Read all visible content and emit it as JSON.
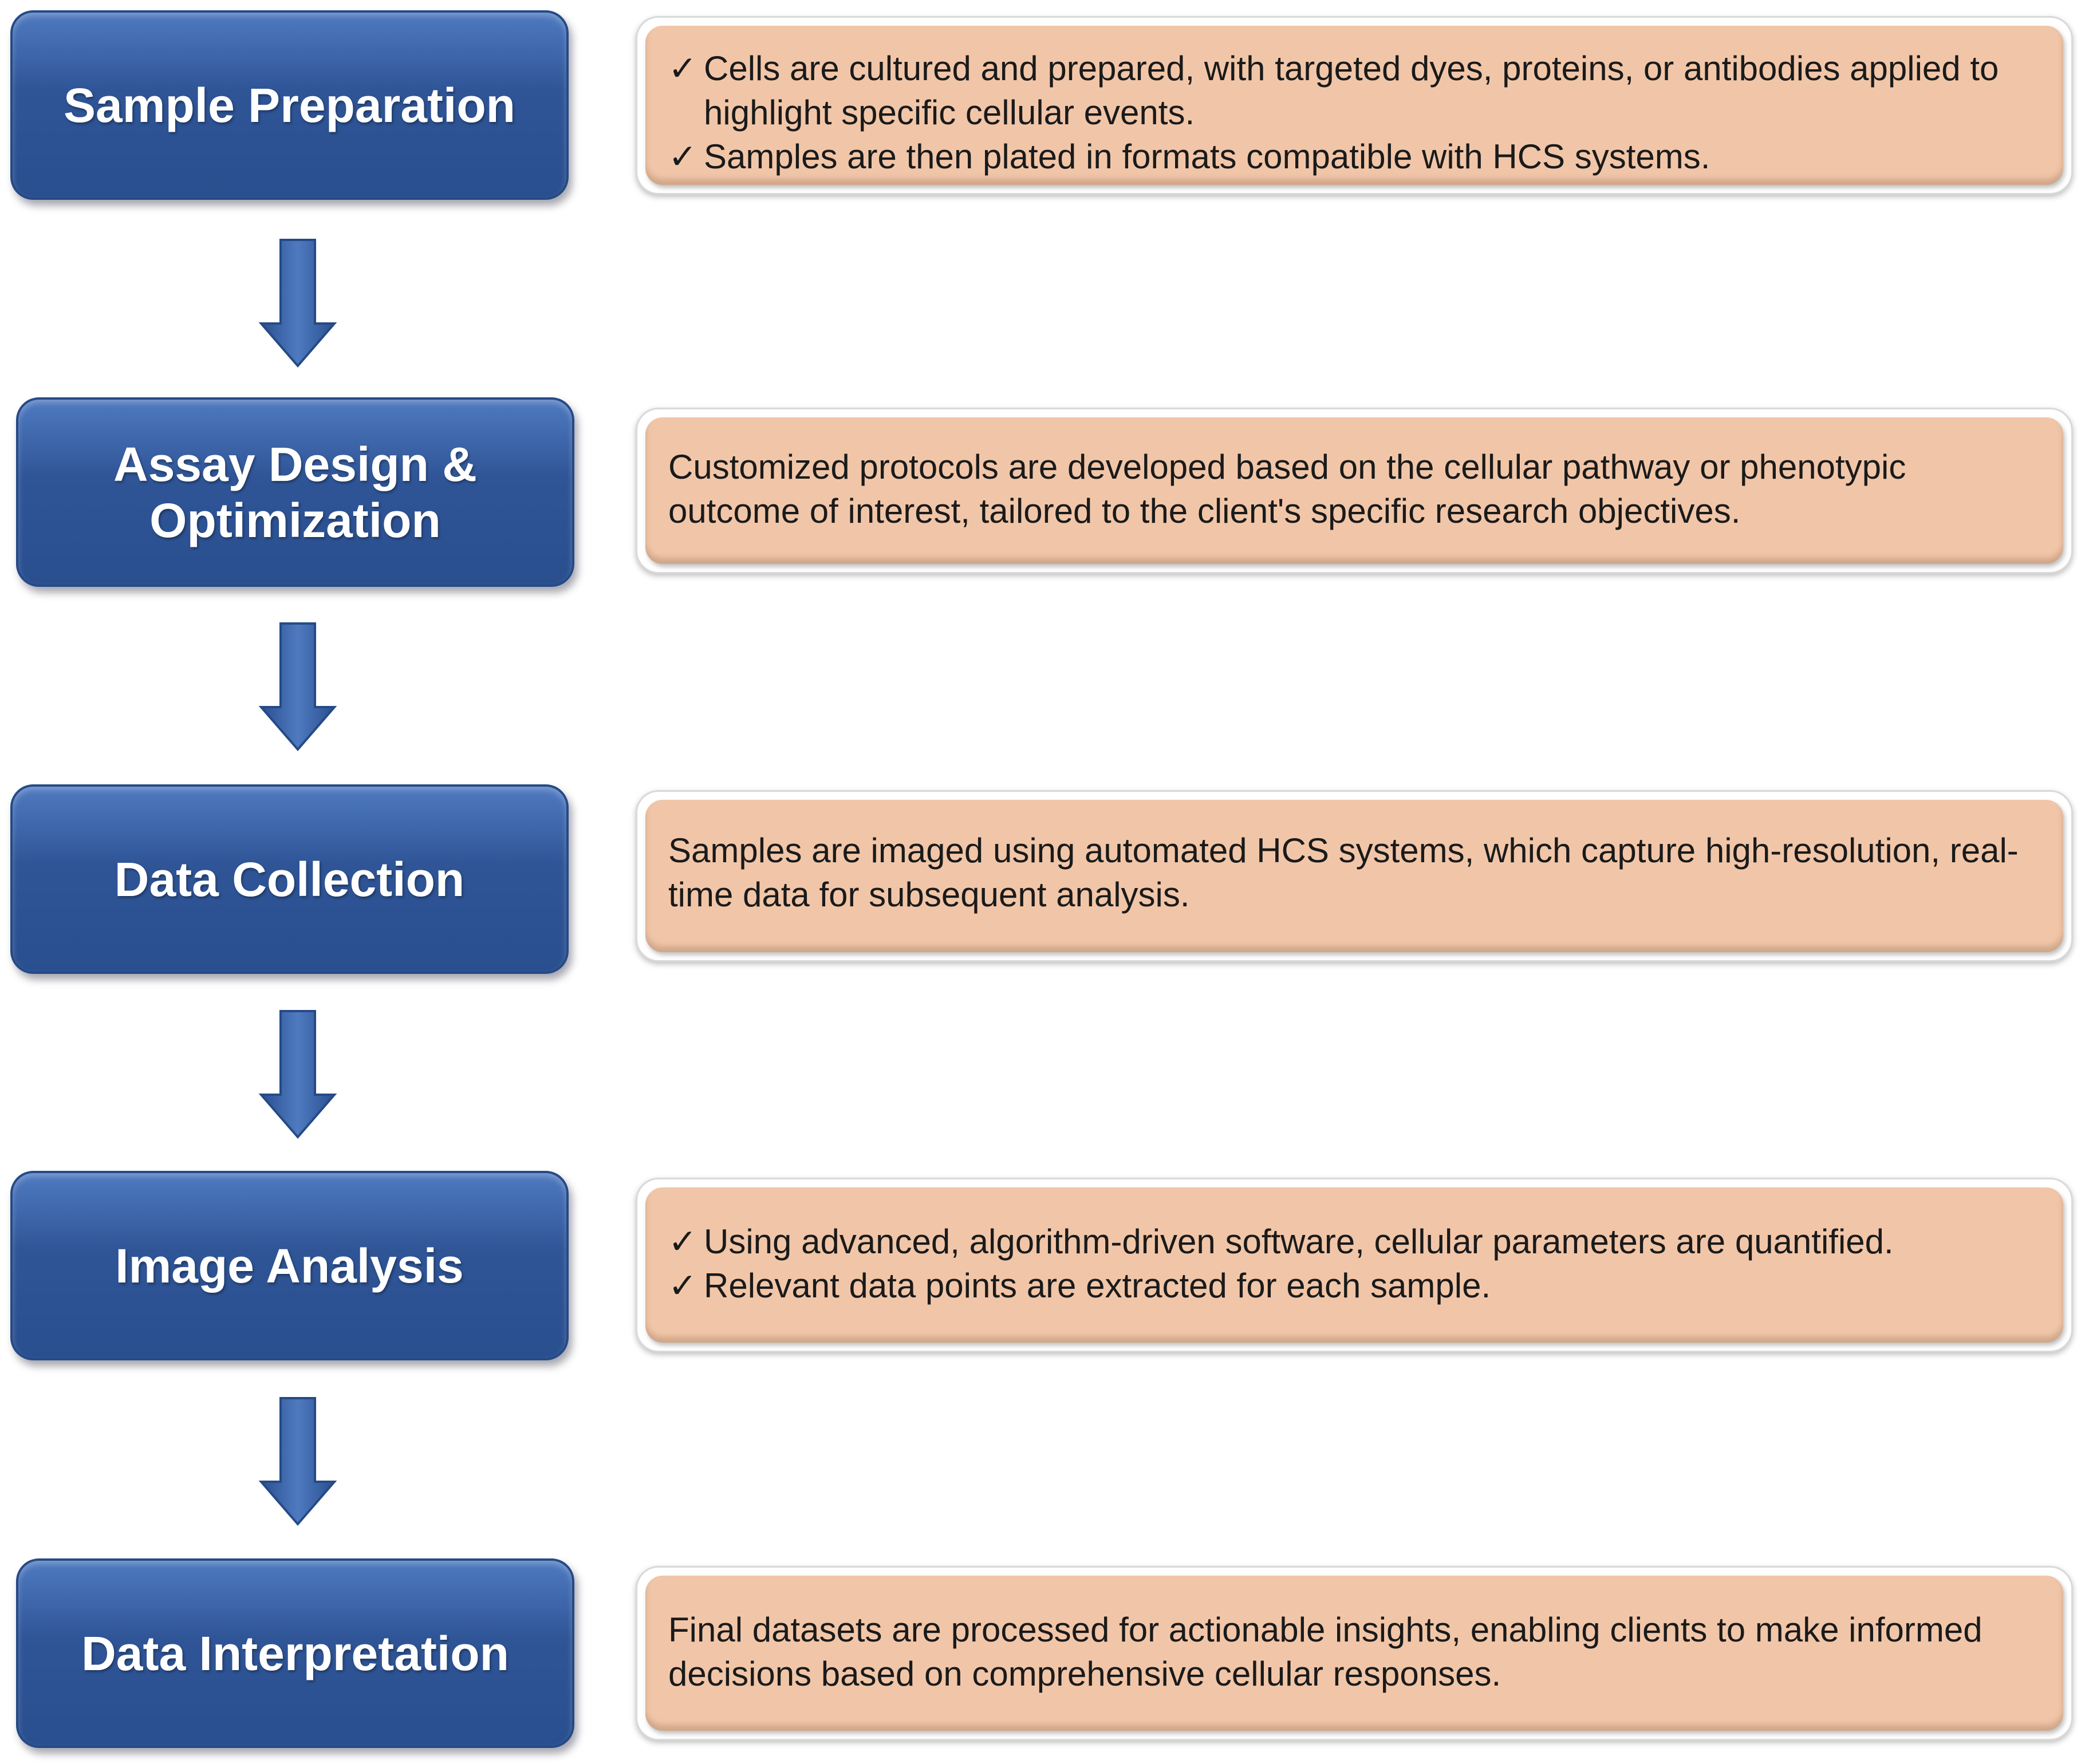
{
  "steps": [
    {
      "label": "Sample Preparation",
      "description_bullets": [
        "Cells are cultured and prepared, with targeted dyes, proteins, or antibodies applied to highlight specific cellular events.",
        "Samples are then plated in formats compatible with HCS systems."
      ]
    },
    {
      "label": "Assay Design & Optimization",
      "description": "Customized protocols are developed based on the cellular pathway or phenotypic outcome of interest, tailored to the client's specific research objectives."
    },
    {
      "label": "Data Collection",
      "description": "Samples are imaged using automated HCS systems, which capture high-resolution, real-time data for subsequent analysis."
    },
    {
      "label": "Image Analysis",
      "description_bullets": [
        "Using advanced, algorithm-driven software, cellular parameters are quantified.",
        "Relevant data points are extracted for each sample."
      ]
    },
    {
      "label": "Data Interpretation",
      "description": "Final datasets are processed for actionable insights, enabling clients to make informed decisions based on comprehensive cellular responses."
    }
  ],
  "bullet_mark": "✓",
  "colors": {
    "step_fill": "#2f5597",
    "description_fill": "#f1c6a8",
    "arrow_fill": "#2f5597"
  }
}
